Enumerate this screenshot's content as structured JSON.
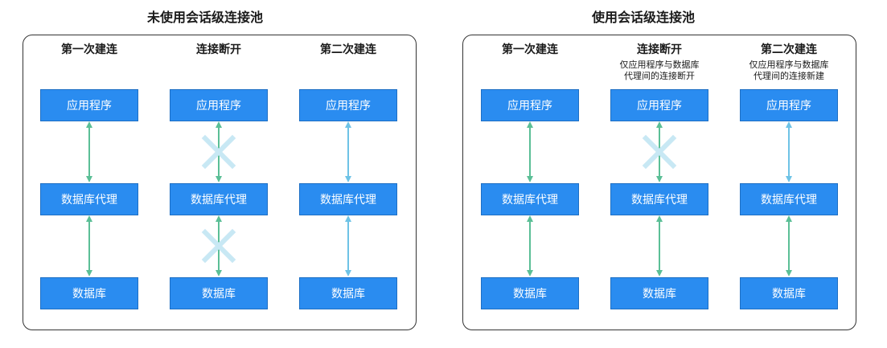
{
  "left": {
    "title": "未使用会话级连接池",
    "columns": [
      {
        "heading": "第一次建连",
        "note_line1": "",
        "note_line2": ""
      },
      {
        "heading": "连接断开",
        "note_line1": "",
        "note_line2": ""
      },
      {
        "heading": "第二次建连",
        "note_line1": "",
        "note_line2": ""
      }
    ]
  },
  "right": {
    "title": "使用会话级连接池",
    "columns": [
      {
        "heading": "第一次建连",
        "note_line1": "",
        "note_line2": ""
      },
      {
        "heading": "连接断开",
        "note_line1": "仅应用程序与数据库",
        "note_line2": "代理间的连接断开"
      },
      {
        "heading": "第二次建连",
        "note_line1": "仅应用程序与数据库",
        "note_line2": "代理间的连接新建"
      }
    ]
  },
  "nodes": {
    "app": "应用程序",
    "proxy": "数据库代理",
    "db": "数据库"
  },
  "links": {
    "left": [
      {
        "top": "established",
        "bottom": "established"
      },
      {
        "top": "broken",
        "bottom": "broken"
      },
      {
        "top": "new",
        "bottom": "new"
      }
    ],
    "right": [
      {
        "top": "established",
        "bottom": "established"
      },
      {
        "top": "broken",
        "bottom": "established"
      },
      {
        "top": "new",
        "bottom": "established"
      }
    ]
  },
  "colors": {
    "box_fill": "#2a8cf0",
    "established_link": "#5bbf96",
    "new_link": "#6ec3e6",
    "break_mark": "#c8e8f4"
  }
}
